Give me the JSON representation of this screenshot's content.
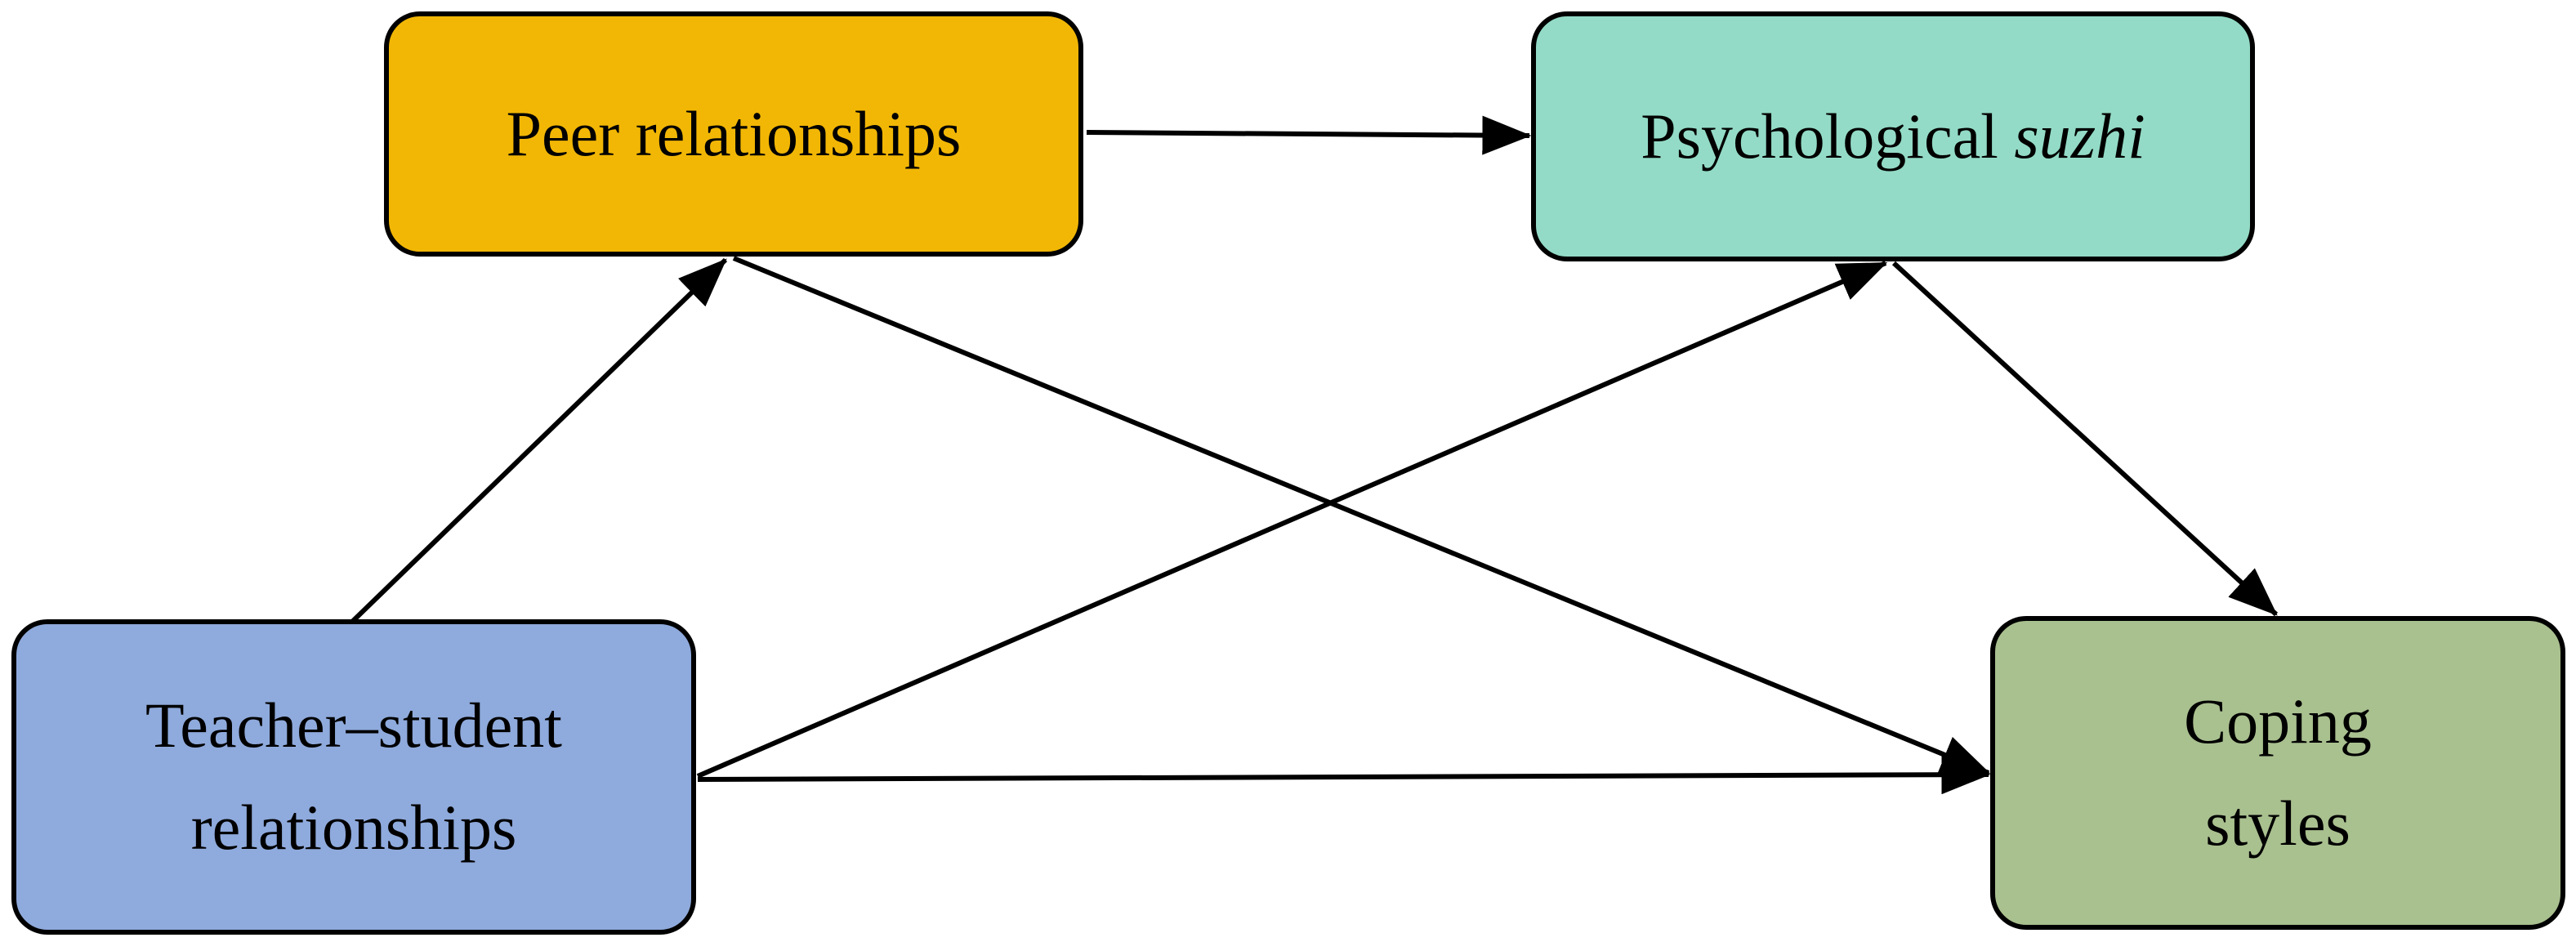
{
  "nodes": {
    "peer": {
      "label": "Peer relationships",
      "color": "#F2B705"
    },
    "psych": {
      "label_prefix": "Psychological ",
      "label_italic": "suzhi",
      "color": "#93DBC6"
    },
    "teacher": {
      "line1": "Teacher–student",
      "line2": "relationships",
      "color": "#8FAADC"
    },
    "coping": {
      "line1": "Coping",
      "line2": "styles",
      "color": "#A9C08F"
    }
  },
  "edges": [
    {
      "from": "peer",
      "to": "psych"
    },
    {
      "from": "teacher",
      "to": "peer"
    },
    {
      "from": "teacher",
      "to": "psych"
    },
    {
      "from": "teacher",
      "to": "coping"
    },
    {
      "from": "peer",
      "to": "coping"
    },
    {
      "from": "psych",
      "to": "coping"
    }
  ],
  "colors": {
    "stroke": "#000000"
  }
}
